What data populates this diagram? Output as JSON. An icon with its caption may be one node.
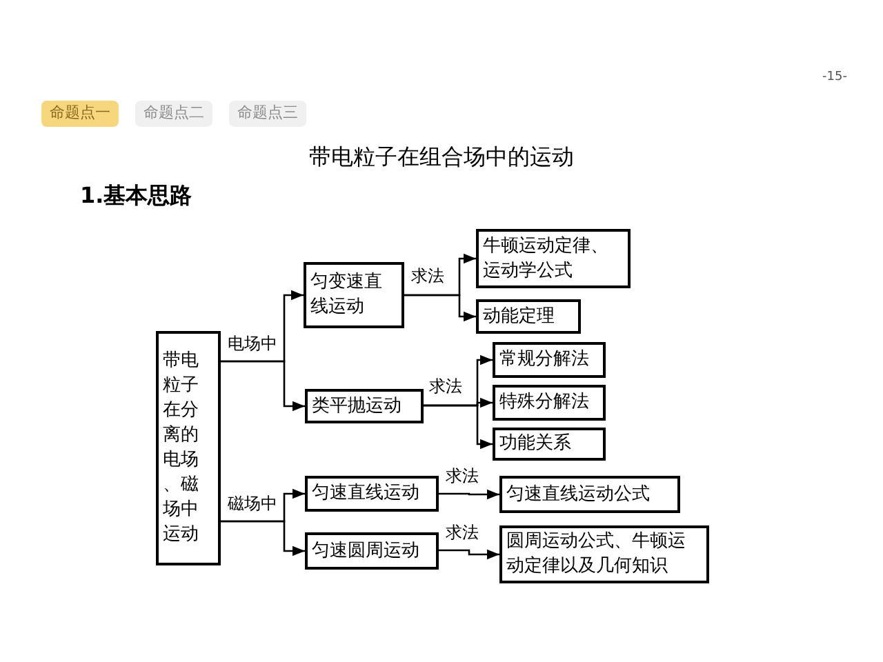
{
  "diagram": {
    "title": "带电粒子在组合场中的运动",
    "nodes": [
      {
        "text": [
          "带电粒子在分离的电场、磁场中运动"
        ]
      },
      {
        "text": [
          "匀变速直线运动"
        ]
      },
      {
        "text": [
          "牛顿运动定律、运动学公式"
        ]
      },
      {
        "text": [
          "动能定理"
        ]
      },
      {
        "text": [
          "类平抛运动"
        ]
      },
      {
        "text": [
          "常规分解法"
        ]
      },
      {
        "text": [
          "特殊分解法"
        ]
      },
      {
        "text": [
          "功能关系"
        ]
      },
      {
        "text": [
          "匀速直线运动"
        ]
      },
      {
        "text": [
          "匀速直线运动公式"
        ]
      },
      {
        "text": [
          "匀速圆周运动"
        ]
      },
      {
        "text": [
          "圆周运动公式、牛顿运动定律以及几何知识"
        ]
      }
    ],
    "edges": [
      {
        "from": 0,
        "to": 1,
        "arrow": "to",
        "label": "电场中"
      },
      {
        "from": 0,
        "to": 4,
        "arrow": "to"
      },
      {
        "from": 0,
        "to": 8,
        "arrow": "to",
        "label": "磁场中"
      },
      {
        "from": 0,
        "to": 10,
        "arrow": "to"
      },
      {
        "from": 1,
        "to": 2,
        "arrow": "to",
        "label": "求法"
      },
      {
        "from": 1,
        "to": 3,
        "arrow": "to"
      },
      {
        "from": 4,
        "to": 5,
        "arrow": "to",
        "label": "求法"
      },
      {
        "from": 4,
        "to": 6,
        "arrow": "to"
      },
      {
        "from": 4,
        "to": 7,
        "arrow": "to"
      },
      {
        "from": 8,
        "to": 9,
        "arrow": "to",
        "label": "求法"
      },
      {
        "from": 10,
        "to": 11,
        "arrow": "to",
        "label": "求法"
      }
    ],
    "labels": [
      "命题点一",
      "命题点二",
      "命题点三",
      "-15-",
      "1.基本思路"
    ]
  }
}
